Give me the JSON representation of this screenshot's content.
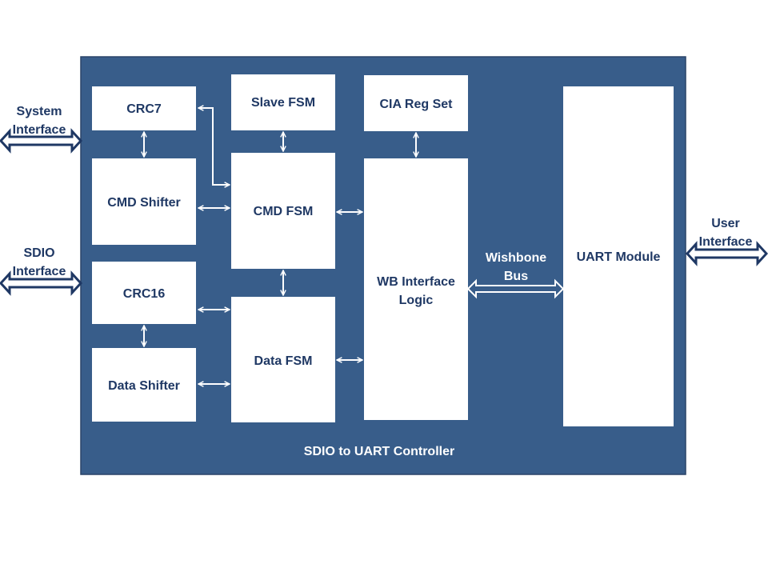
{
  "diagram": {
    "controller_label": "SDIO to UART Controller",
    "colors": {
      "controller_fill": "#385D8A",
      "controller_border": "#2A4468",
      "block_fill": "#FFFFFF",
      "block_text": "#1F3864",
      "label_white": "#FFFFFF",
      "connector": "#FFFFFF",
      "external_arrow": "#1F3864"
    },
    "blocks": {
      "crc7": "CRC7",
      "slave_fsm": "Slave FSM",
      "cia_reg_set": "CIA Reg Set",
      "cmd_shifter": "CMD Shifter",
      "cmd_fsm": "CMD FSM",
      "crc16": "CRC16",
      "data_fsm": "Data FSM",
      "data_shifter": "Data Shifter",
      "wb_interface_line1": "WB Interface",
      "wb_interface_line2": "Logic",
      "uart_module": "UART Module"
    },
    "bus": {
      "line1": "Wishbone",
      "line2": "Bus"
    },
    "external": {
      "system_line1": "System",
      "system_line2": "Interface",
      "sdio_line1": "SDIO",
      "sdio_line2": "Interface",
      "user_line1": "User",
      "user_line2": "Interface"
    }
  }
}
